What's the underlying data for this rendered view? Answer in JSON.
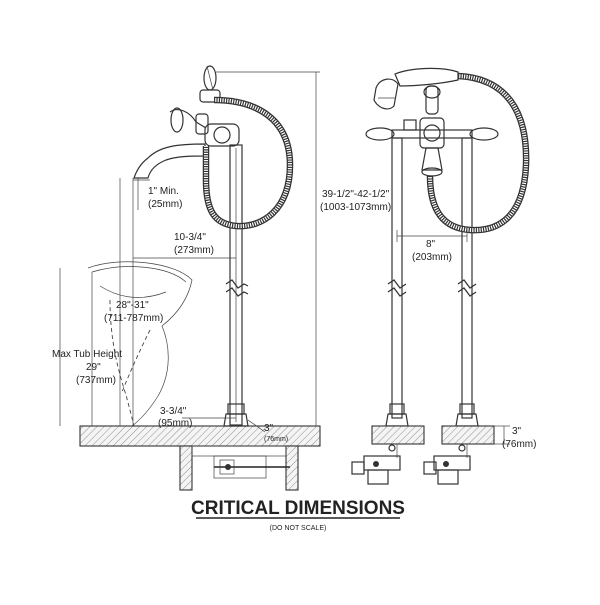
{
  "title": "CRITICAL DIMENSIONS",
  "subtitle": "(DO NOT SCALE)",
  "dimensions": {
    "min_clearance": [
      "1\" Min.",
      "(25mm)"
    ],
    "spout_reach": [
      "10-3/4\"",
      "(273mm)"
    ],
    "overall_height": [
      "39-1/2\"-42-1/2\"",
      "(1003-1073mm)"
    ],
    "spout_height": [
      "28\"-31\"",
      "(711-787mm)"
    ],
    "max_tub_height": [
      "Max Tub Height",
      "29\"",
      "(737mm)"
    ],
    "supply_offset": [
      "3-3/4\"",
      "(95mm)"
    ],
    "small_offset": [
      "3\"",
      "(76mm)"
    ],
    "center_spacing": [
      "8\"",
      "(203mm)"
    ],
    "base_depth": [
      "3\"",
      "(76mm)"
    ]
  }
}
